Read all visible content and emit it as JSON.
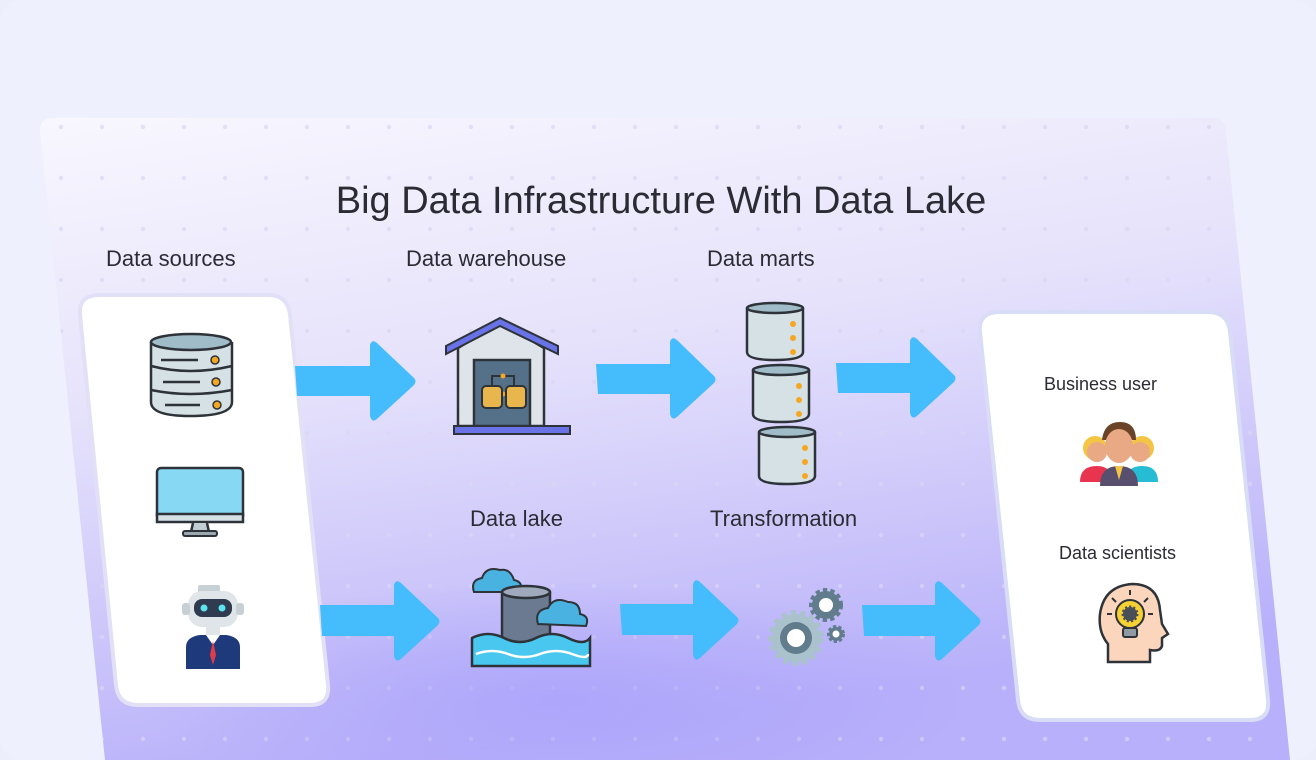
{
  "title": "Big Data Infrastructure With Data Lake",
  "labels": {
    "sources": "Data sources",
    "warehouse": "Data warehouse",
    "marts": "Data marts",
    "lake": "Data lake",
    "transformation": "Transformation",
    "business": "Business user",
    "scientists": "Data scientists"
  },
  "icons": [
    "database-icon",
    "monitor-icon",
    "robot-icon",
    "warehouse-icon",
    "server-stack-icon",
    "data-lake-icon",
    "gears-icon",
    "team-icon",
    "head-bulb-icon"
  ],
  "colors": {
    "arrow": "#45BCFB",
    "accent": "#6a72e8"
  }
}
